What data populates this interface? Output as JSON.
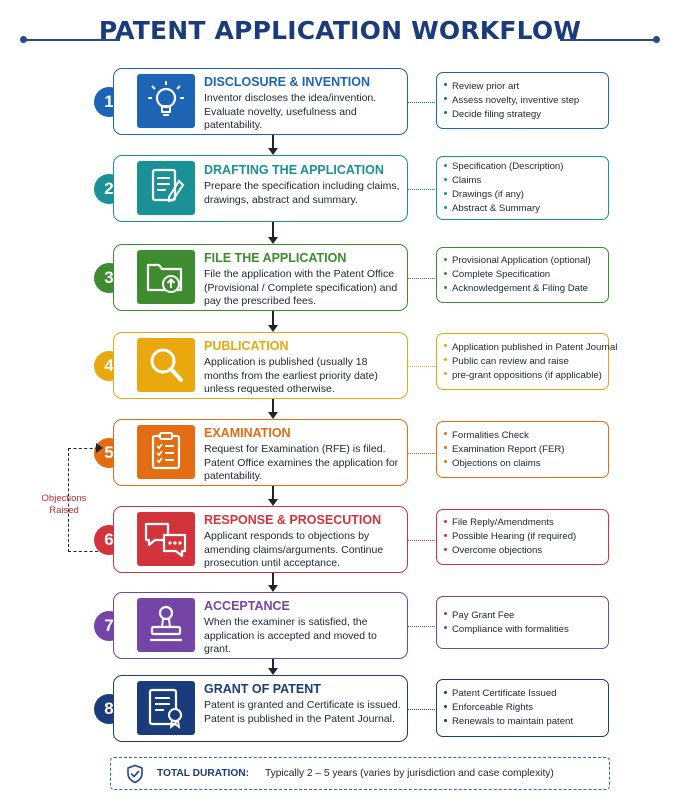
{
  "title": "PATENT APPLICATION WORKFLOW",
  "steps": [
    {
      "number": "1",
      "title": "DISCLOSURE & INVENTION",
      "icon": "lightbulb-icon",
      "color": "#1d64b4",
      "description": "Inventor discloses the idea/invention. Evaluate novelty, usefulness and patentability.",
      "details": [
        "Review prior art",
        "Assess novelty, inventive step",
        "Decide filing strategy"
      ]
    },
    {
      "number": "2",
      "title": "DRAFTING THE APPLICATION",
      "icon": "document-pen-icon",
      "color": "#199196",
      "description": "Prepare the specification including claims, drawings, abstract and summary.",
      "details": [
        "Specification (Description)",
        "Claims",
        "Drawings (if any)",
        "Abstract & Summary"
      ]
    },
    {
      "number": "3",
      "title": "FILE THE APPLICATION",
      "icon": "folder-upload-icon",
      "color": "#3e8c2f",
      "description": "File the application with the Patent Office (Provisional / Complete specification) and pay the prescribed fees.",
      "details": [
        "Provisional Application (optional)",
        "Complete Specification",
        "Acknowledgement & Filing Date"
      ]
    },
    {
      "number": "4",
      "title": "PUBLICATION",
      "icon": "magnifier-icon",
      "color": "#e8a80e",
      "description": "Application is published (usually 18 months from the earliest priority date) unless requested otherwise.",
      "details": [
        "Application published in Patent Journal",
        "Public can review and raise",
        "pre-grant oppositions (if applicable)"
      ]
    },
    {
      "number": "5",
      "title": "EXAMINATION",
      "icon": "clipboard-checklist-icon",
      "color": "#e46c12",
      "description": "Request for Examination (RFE) is filed. Patent Office examines the application for patentability.",
      "details": [
        "Formalities Check",
        "Examination Report (FER)",
        "Objections on claims"
      ]
    },
    {
      "number": "6",
      "title": "RESPONSE & PROSECUTION",
      "icon": "chat-bubbles-icon",
      "color": "#d3343c",
      "description": "Applicant responds to objections by amending claims/arguments. Continue prosecution until acceptance.",
      "details": [
        "File Reply/Amendments",
        "Possible Hearing (if required)",
        "Overcome objections"
      ]
    },
    {
      "number": "7",
      "title": "ACCEPTANCE",
      "icon": "stamp-icon",
      "color": "#7445a6",
      "description": "When the examiner is satisfied, the application is accepted and moved to grant.",
      "details": [
        "Pay Grant Fee",
        "Compliance with formalities"
      ]
    },
    {
      "number": "8",
      "title": "GRANT OF PATENT",
      "icon": "certificate-icon",
      "color": "#1b3c7a",
      "description": "Patent is granted and Certificate is issued. Patent is published in the Patent Journal.",
      "details": [
        "Patent Certificate Issued",
        "Enforceable Rights",
        "Renewals to maintain patent"
      ]
    }
  ],
  "loop_label": "Objections Raised",
  "footer": {
    "icon": "shield-check-icon",
    "label": "TOTAL DURATION:",
    "value": "Typically 2 – 5 years (varies by jurisdiction and case complexity)"
  }
}
